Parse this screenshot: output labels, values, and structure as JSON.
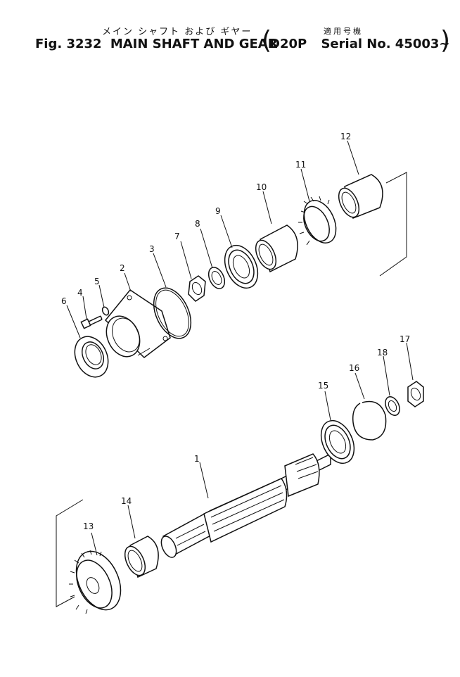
{
  "title": {
    "japanese": "メイン シャフト および ギヤー",
    "figure": "Fig. 3232",
    "main": "MAIN SHAFT AND GEAR",
    "applicable_jp": "適用号機",
    "model": "D20P",
    "serial": "Serial No. 45003~"
  },
  "callouts": [
    "1",
    "2",
    "3",
    "4",
    "5",
    "6",
    "7",
    "8",
    "9",
    "10",
    "11",
    "12",
    "13",
    "14",
    "15",
    "16",
    "17",
    "18"
  ]
}
